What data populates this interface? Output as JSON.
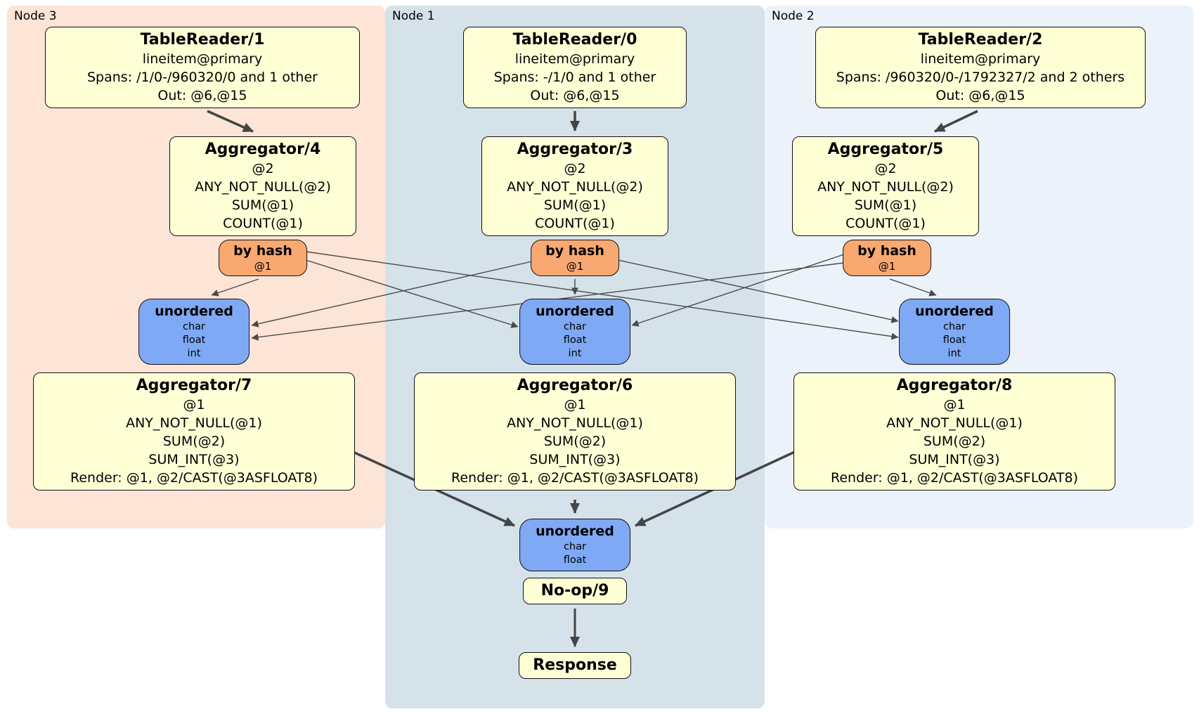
{
  "panels": [
    {
      "label": "Node 3"
    },
    {
      "label": "Node 1"
    },
    {
      "label": "Node 2"
    }
  ],
  "colors": {
    "node3_bg": "#fce4d7",
    "node1_bg": "#d5e2ea",
    "node2_bg": "#ecf2fa",
    "processor_box": "#ffffd6",
    "router_box": "#f8a871",
    "sync_box": "#7fa9f4",
    "edge": "#444444"
  },
  "boxes": {
    "tr1": {
      "title": "TableReader/1",
      "lines": [
        "lineitem@primary",
        "Spans: /1/0-/960320/0 and 1 other",
        "Out: @6,@15"
      ]
    },
    "tr0": {
      "title": "TableReader/0",
      "lines": [
        "lineitem@primary",
        "Spans: -/1/0 and 1 other",
        "Out: @6,@15"
      ]
    },
    "tr2": {
      "title": "TableReader/2",
      "lines": [
        "lineitem@primary",
        "Spans: /960320/0-/1792327/2 and 2 others",
        "Out: @6,@15"
      ]
    },
    "agg4": {
      "title": "Aggregator/4",
      "lines": [
        "@2",
        "ANY_NOT_NULL(@2)",
        "SUM(@1)",
        "COUNT(@1)"
      ]
    },
    "agg3": {
      "title": "Aggregator/3",
      "lines": [
        "@2",
        "ANY_NOT_NULL(@2)",
        "SUM(@1)",
        "COUNT(@1)"
      ]
    },
    "agg5": {
      "title": "Aggregator/5",
      "lines": [
        "@2",
        "ANY_NOT_NULL(@2)",
        "SUM(@1)",
        "COUNT(@1)"
      ]
    },
    "hash3": {
      "title": "by hash",
      "lines": [
        "@1"
      ]
    },
    "hash1": {
      "title": "by hash",
      "lines": [
        "@1"
      ]
    },
    "hash2": {
      "title": "by hash",
      "lines": [
        "@1"
      ]
    },
    "sync3": {
      "title": "unordered",
      "lines": [
        "char",
        "float",
        "int"
      ]
    },
    "sync1": {
      "title": "unordered",
      "lines": [
        "char",
        "float",
        "int"
      ]
    },
    "sync2": {
      "title": "unordered",
      "lines": [
        "char",
        "float",
        "int"
      ]
    },
    "agg7": {
      "title": "Aggregator/7",
      "lines": [
        "@1",
        "ANY_NOT_NULL(@1)",
        "SUM(@2)",
        "SUM_INT(@3)",
        "Render: @1, @2/CAST(@3ASFLOAT8)"
      ]
    },
    "agg6": {
      "title": "Aggregator/6",
      "lines": [
        "@1",
        "ANY_NOT_NULL(@1)",
        "SUM(@2)",
        "SUM_INT(@3)",
        "Render: @1, @2/CAST(@3ASFLOAT8)"
      ]
    },
    "agg8": {
      "title": "Aggregator/8",
      "lines": [
        "@1",
        "ANY_NOT_NULL(@1)",
        "SUM(@2)",
        "SUM_INT(@3)",
        "Render: @1, @2/CAST(@3ASFLOAT8)"
      ]
    },
    "syncFinal": {
      "title": "unordered",
      "lines": [
        "char",
        "float"
      ]
    },
    "noop": {
      "title": "No-op/9"
    },
    "response": {
      "title": "Response"
    }
  }
}
